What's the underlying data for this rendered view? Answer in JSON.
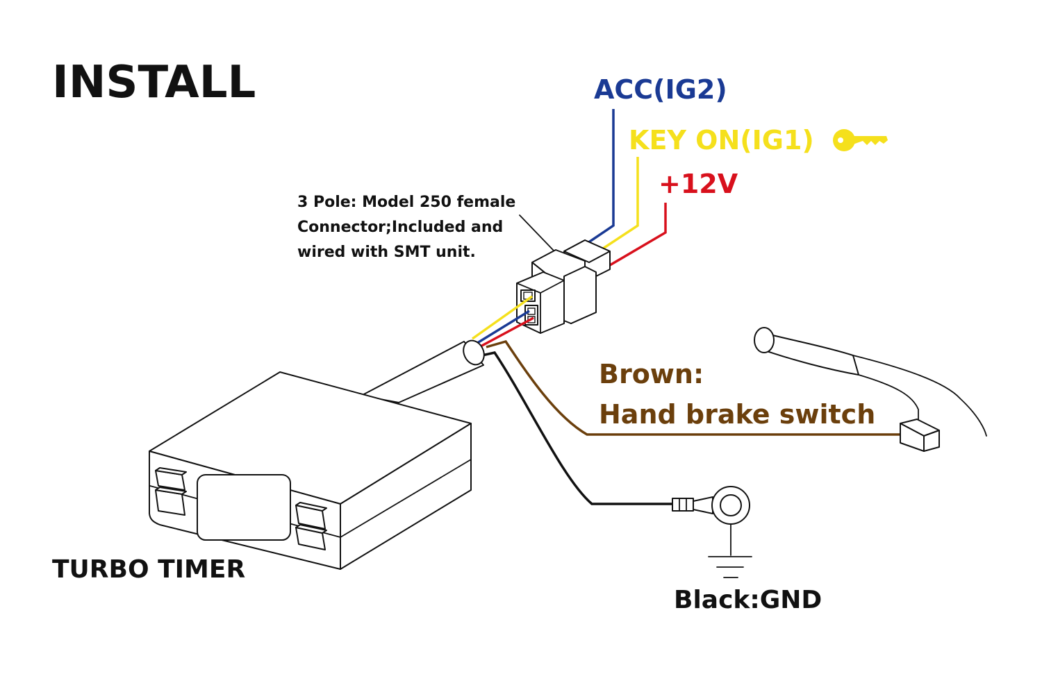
{
  "title": "INSTALL",
  "labels": {
    "acc": "ACC(IG2)",
    "key_on": "KEY ON(IG1)",
    "plus12v": "+12V",
    "connector_note": [
      "3 Pole: Model 250 female",
      "Connector;Included and",
      "wired with SMT unit."
    ],
    "brown_line1": "Brown:",
    "brown_line2": "Hand brake switch",
    "device": "TURBO TIMER",
    "ground": "Black:GND"
  },
  "colors": {
    "acc": "#1a3a94",
    "key_on": "#f5e01c",
    "plus12v": "#d8101c",
    "brown": "#6b3f0c",
    "black": "#111111"
  },
  "icons": {
    "key": "key-icon",
    "ground": "ground-symbol-icon",
    "ring_terminal": "ring-terminal-icon"
  }
}
